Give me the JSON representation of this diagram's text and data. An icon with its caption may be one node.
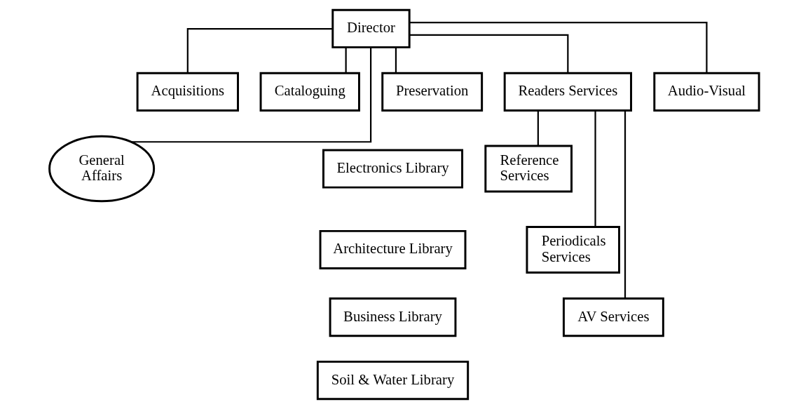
{
  "diagram": {
    "nodes": [
      {
        "text": [
          "Director"
        ]
      },
      {
        "text": [
          "General Affairs"
        ]
      },
      {
        "text": [
          "Acquisitions"
        ]
      },
      {
        "text": [
          "Cataloguing"
        ]
      },
      {
        "text": [
          "Preservation"
        ]
      },
      {
        "text": [
          "Readers Services"
        ]
      },
      {
        "text": [
          "Audio-Visual"
        ]
      },
      {
        "text": [
          "Electronics Library"
        ]
      },
      {
        "text": [
          "Architecture Library"
        ]
      },
      {
        "text": [
          "Business Library"
        ]
      },
      {
        "text": [
          "Soil & Water Library"
        ]
      },
      {
        "text": [
          "Reference Services"
        ]
      },
      {
        "text": [
          "Periodicals Services"
        ]
      },
      {
        "text": [
          "AV Services"
        ]
      }
    ],
    "edges": [
      {
        "from": 0,
        "to": 1,
        "arrow": "none"
      },
      {
        "from": 0,
        "to": 2,
        "arrow": "none"
      },
      {
        "from": 0,
        "to": 3,
        "arrow": "none"
      },
      {
        "from": 0,
        "to": 4,
        "arrow": "none"
      },
      {
        "from": 0,
        "to": 5,
        "arrow": "none"
      },
      {
        "from": 0,
        "to": 6,
        "arrow": "none"
      },
      {
        "from": 5,
        "to": 11,
        "arrow": "none"
      },
      {
        "from": 5,
        "to": 12,
        "arrow": "none"
      },
      {
        "from": 5,
        "to": 13,
        "arrow": "none"
      }
    ]
  }
}
